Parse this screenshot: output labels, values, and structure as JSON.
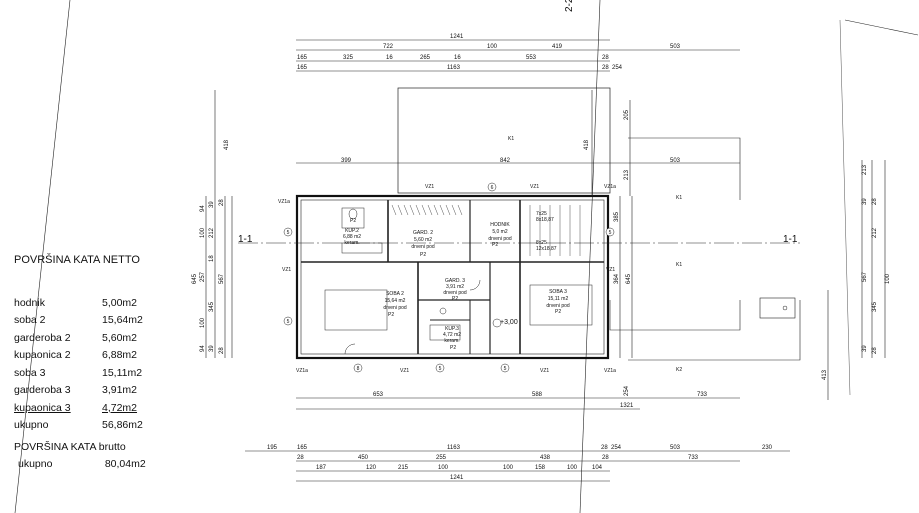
{
  "section_marks": {
    "left": "1-1",
    "right": "1-1",
    "top": "2-2"
  },
  "top_dimensions": {
    "overall": "1241",
    "row2": [
      "722",
      "100",
      "419",
      "503"
    ],
    "row3": [
      "165",
      "325",
      "16",
      "265",
      "16",
      "553",
      "28"
    ],
    "row4": [
      "165",
      "1163",
      "28",
      "254"
    ],
    "row5": [
      "399",
      "842",
      "503"
    ]
  },
  "bottom_dimensions": {
    "row1": [
      "653",
      "588",
      "733"
    ],
    "row2": [
      "1321"
    ],
    "row3": [
      "195",
      "165",
      "1163",
      "28",
      "254",
      "503",
      "230"
    ],
    "row4": [
      "28",
      "450",
      "255",
      "438",
      "28",
      "733"
    ],
    "row5": [
      "187",
      "120",
      "215",
      "100",
      "100",
      "158",
      "100",
      "104"
    ],
    "row6": [
      "1241"
    ]
  },
  "left_dimensions": [
    "418",
    "94",
    "39",
    "28",
    "100",
    "212",
    "18",
    "645",
    "257",
    "567",
    "345",
    "100",
    "94",
    "39",
    "28"
  ],
  "right_dimensions": [
    "418",
    "205",
    "213",
    "385",
    "645",
    "364",
    "254",
    "213",
    "39",
    "28",
    "212",
    "567",
    "345",
    "100",
    "39",
    "28",
    "413"
  ],
  "rooms": [
    {
      "name": "KUP.2",
      "area": "6,88 m2",
      "floor": "keram."
    },
    {
      "name": "GARD. 2",
      "area": "5,60 m2",
      "floor": "drveni pod"
    },
    {
      "name": "HODNIK",
      "area": "5,0 m2",
      "floor": "drveni pod"
    },
    {
      "name": "SOBA 2",
      "area": "15,64 m2",
      "floor": "drveni pod"
    },
    {
      "name": "GARD. 3",
      "area": "3,91 m2",
      "floor": "drveni pod"
    },
    {
      "name": "SOBA 3",
      "area": "15,11 m2",
      "floor": "drveni pod"
    },
    {
      "name": "KUP.3",
      "area": "4,72 m2",
      "floor": "keram."
    }
  ],
  "annotations": {
    "level": "+3,00",
    "stair1": "7x25",
    "stair1b": "8x18,87",
    "stair2": "8x25",
    "stair2b": "12x18,87",
    "tags": [
      "P2",
      "P2",
      "P2",
      "P2",
      "P2",
      "P2",
      "P2"
    ],
    "windows": [
      "VZ1a",
      "VZ1",
      "VZ1",
      "VZ1a",
      "VZ1",
      "VZ1",
      "VZ1a",
      "VZ1",
      "VZ1",
      "VZ1a"
    ],
    "grids": [
      "6",
      "5",
      "5",
      "5",
      "8",
      "5",
      "5"
    ],
    "roof": [
      "K1",
      "K1",
      "K1",
      "K2"
    ]
  },
  "area_table": {
    "title": "POVRŠINA KATA NETTO",
    "rows": [
      {
        "name": "hodnik",
        "value": "5,00m2"
      },
      {
        "name": "soba 2",
        "value": "15,64m2"
      },
      {
        "name": "garderoba 2",
        "value": "5,60m2"
      },
      {
        "name": "kupaonica 2",
        "value": "6,88m2"
      },
      {
        "name": "soba 3",
        "value": "15,11m2"
      },
      {
        "name": "garderoba 3",
        "value": "3,91m2"
      },
      {
        "name": "kupaonica 3",
        "value": "4,72m2"
      },
      {
        "name": "ukupno",
        "value": "56,86m2"
      }
    ],
    "brutto_title": "POVRŠINA KATA brutto",
    "brutto_row": {
      "name": "ukupno",
      "value": "80,04m2"
    }
  }
}
